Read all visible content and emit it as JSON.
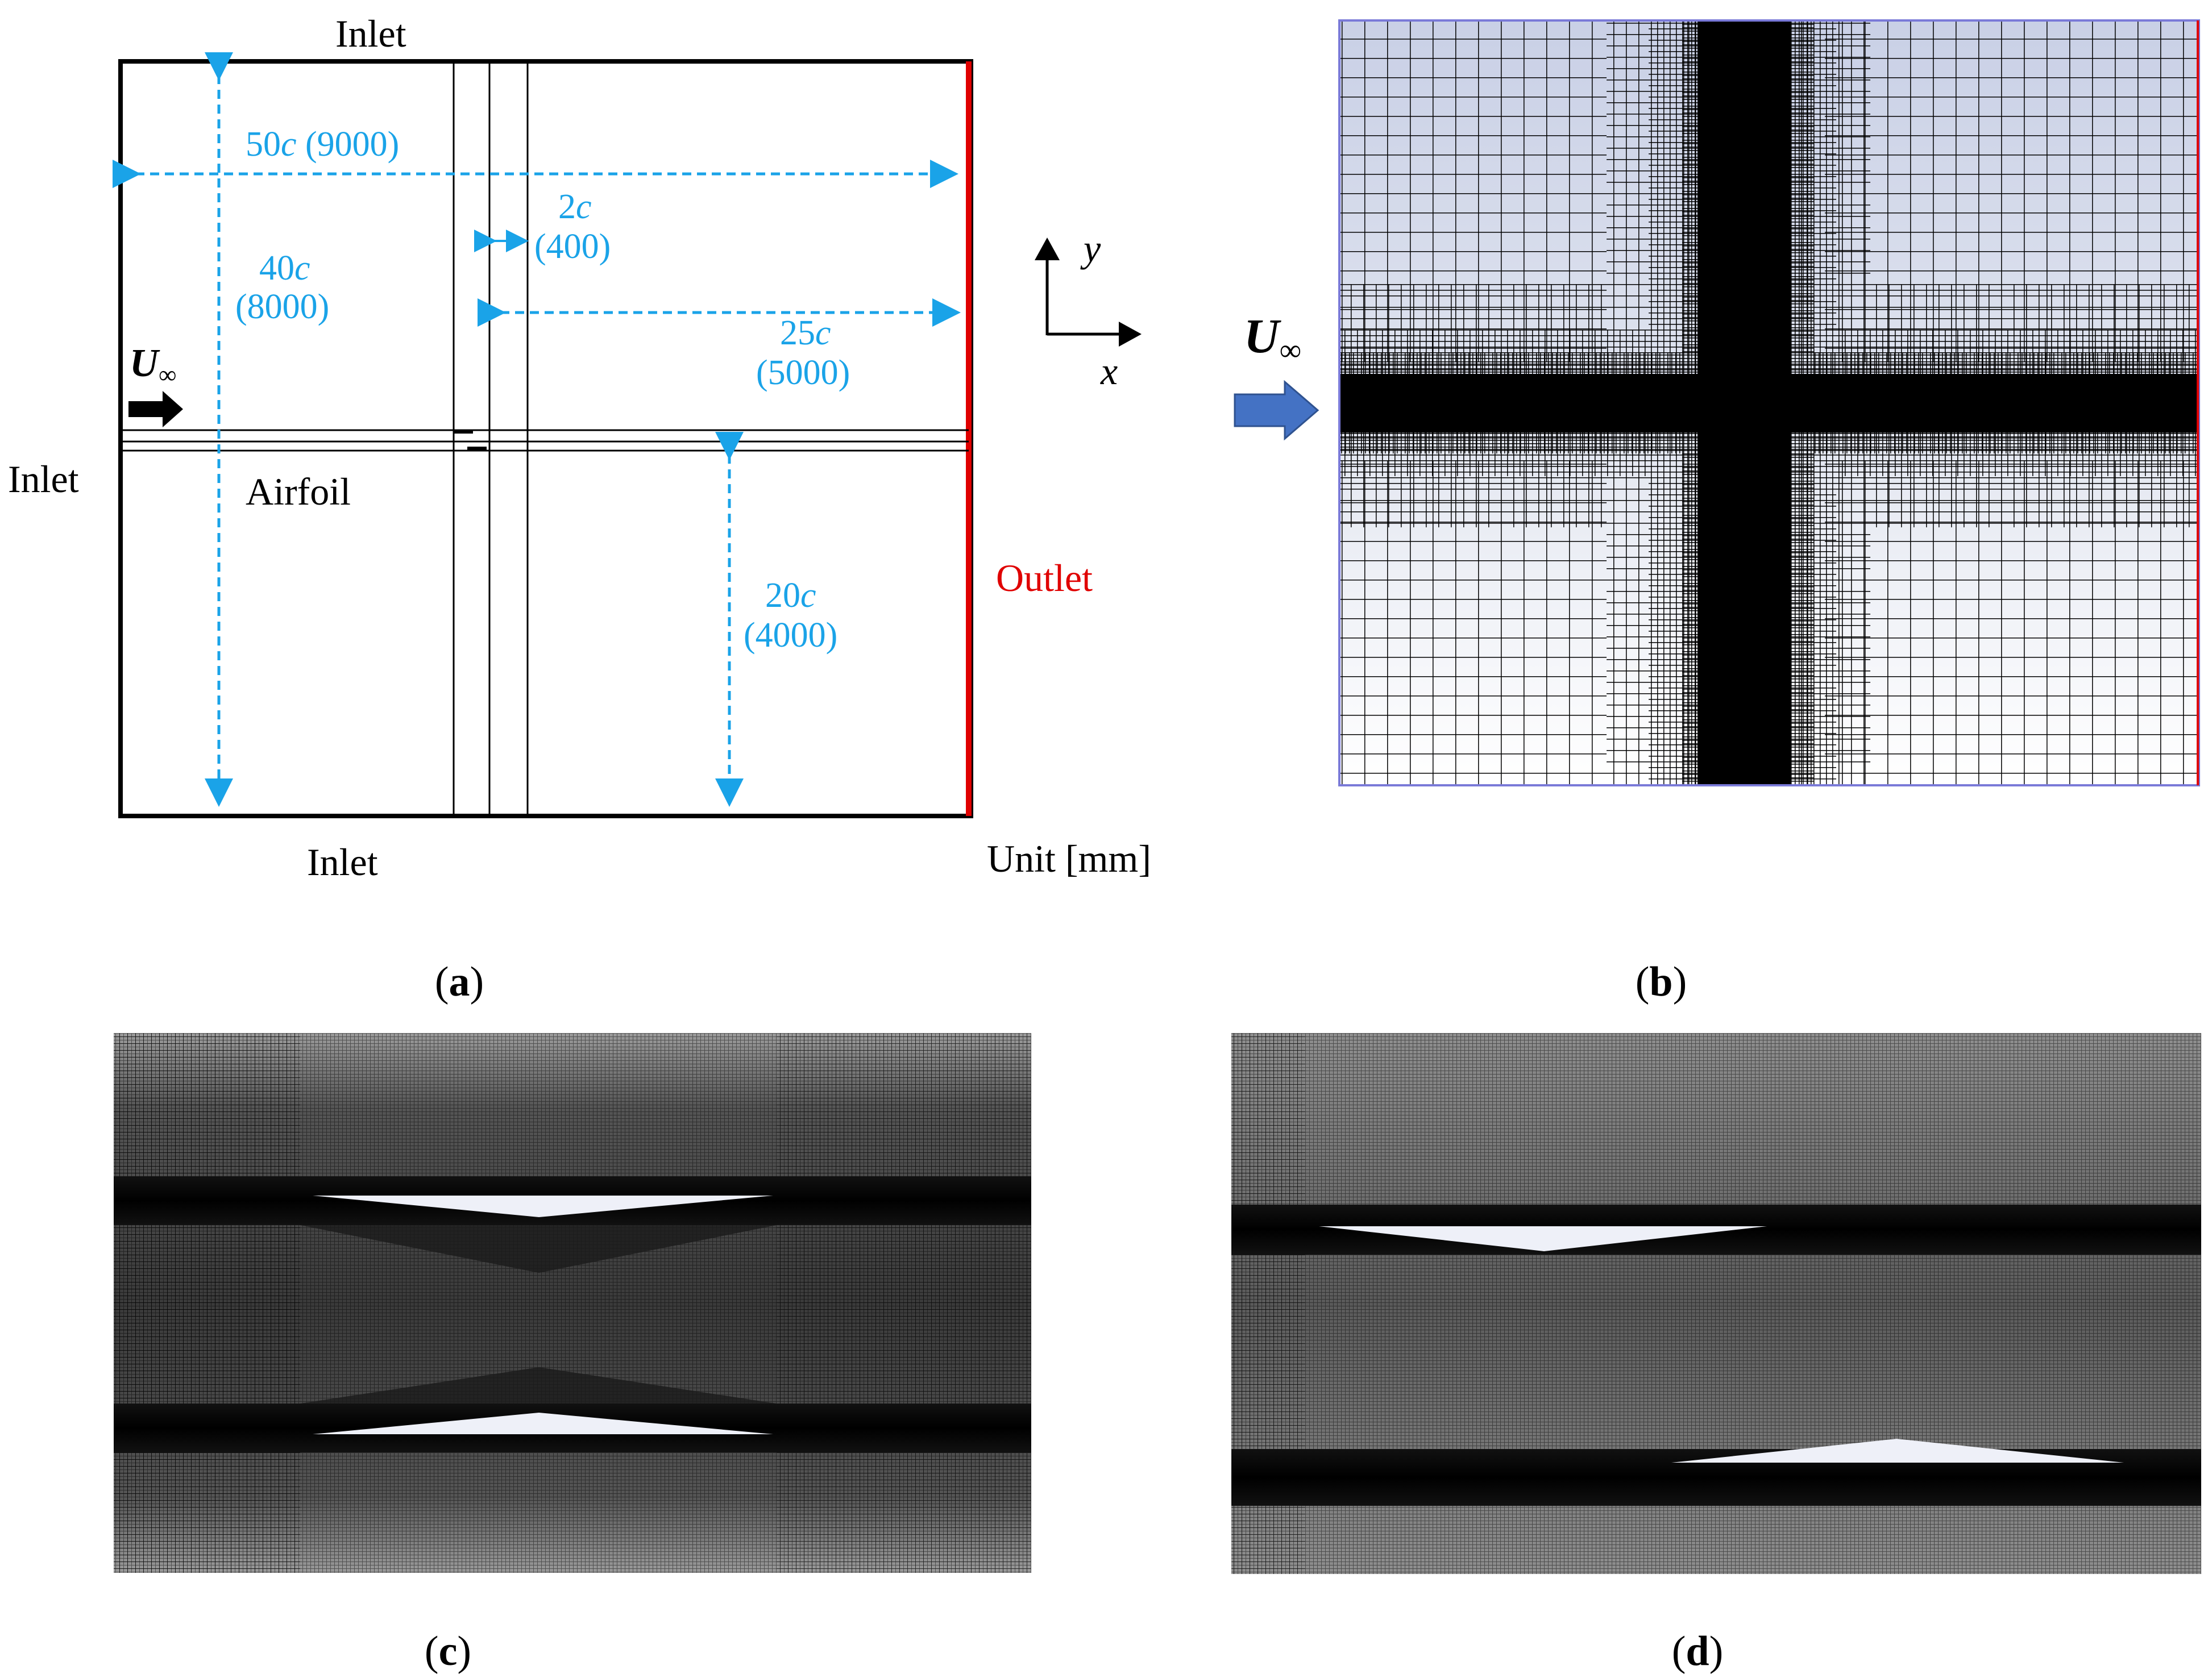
{
  "colors": {
    "dimension": "#1aa3e8",
    "outlet": "#e00000",
    "flow_arrow": "#4472c4",
    "mesh_border": "#7a7ad8"
  },
  "panel_a": {
    "inlet_top": "Inlet",
    "inlet_left": "Inlet",
    "inlet_bottom": "Inlet",
    "outlet": "Outlet",
    "airfoil": "Airfoil",
    "unit": "Unit [mm]",
    "freestream_symbol": "U",
    "freestream_subscript": "∞",
    "dim_width": {
      "num": "50",
      "var": "c",
      "mm": " (9000)"
    },
    "dim_height": {
      "num": "40",
      "var": "c",
      "mm": "(8000)"
    },
    "dim_gap": {
      "num": "2",
      "var": "c",
      "mm": "(400)"
    },
    "dim_downstream": {
      "num": "25",
      "var": "c",
      "mm": "(5000)"
    },
    "dim_below": {
      "num": "20",
      "var": "c",
      "mm": "(4000)"
    }
  },
  "axes": {
    "x": "x",
    "y": "y"
  },
  "panel_b": {
    "freestream_symbol": "U",
    "freestream_subscript": "∞"
  },
  "captions": {
    "a": "a",
    "b": "b",
    "c": "c",
    "d": "d"
  }
}
